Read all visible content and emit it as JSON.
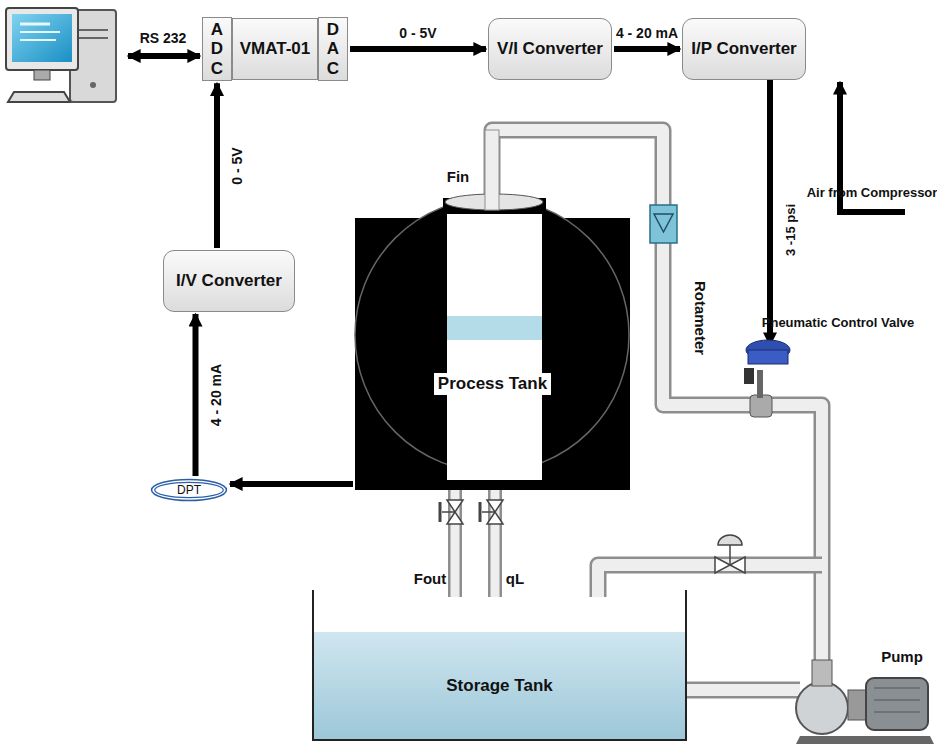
{
  "diagram": {
    "nodes": [
      {
        "text": [
          "A D C"
        ]
      },
      {
        "text": [
          "VMAT-01"
        ]
      },
      {
        "text": [
          "D A C"
        ]
      },
      {
        "text": [
          "V/I Converter"
        ]
      },
      {
        "text": [
          "I/P Converter"
        ]
      },
      {
        "text": [
          "I/V Converter"
        ]
      },
      {
        "text": [
          "Process Tank"
        ]
      },
      {
        "text": [
          "DPT"
        ]
      },
      {
        "text": [
          "Storage Tank"
        ]
      }
    ],
    "edges": [
      {
        "from": 2,
        "to": 3,
        "label": "0 - 5V",
        "arrow": "to"
      },
      {
        "from": 3,
        "to": 4,
        "label": "4 - 20 mA",
        "arrow": "to"
      },
      {
        "from": 5,
        "to": 0,
        "label": "0 - 5V",
        "arrow": "to"
      },
      {
        "from": 7,
        "to": 5,
        "label": "4 - 20 mA",
        "arrow": "to"
      },
      {
        "from": 6,
        "to": 7,
        "arrow": "to"
      }
    ],
    "labels": [
      "RS 232",
      "Fin",
      "Rotameter",
      "3 -15 psi",
      "Air from Compressor",
      "Pneumatic Control Valve",
      "Fout",
      "qL",
      "Pump"
    ]
  }
}
